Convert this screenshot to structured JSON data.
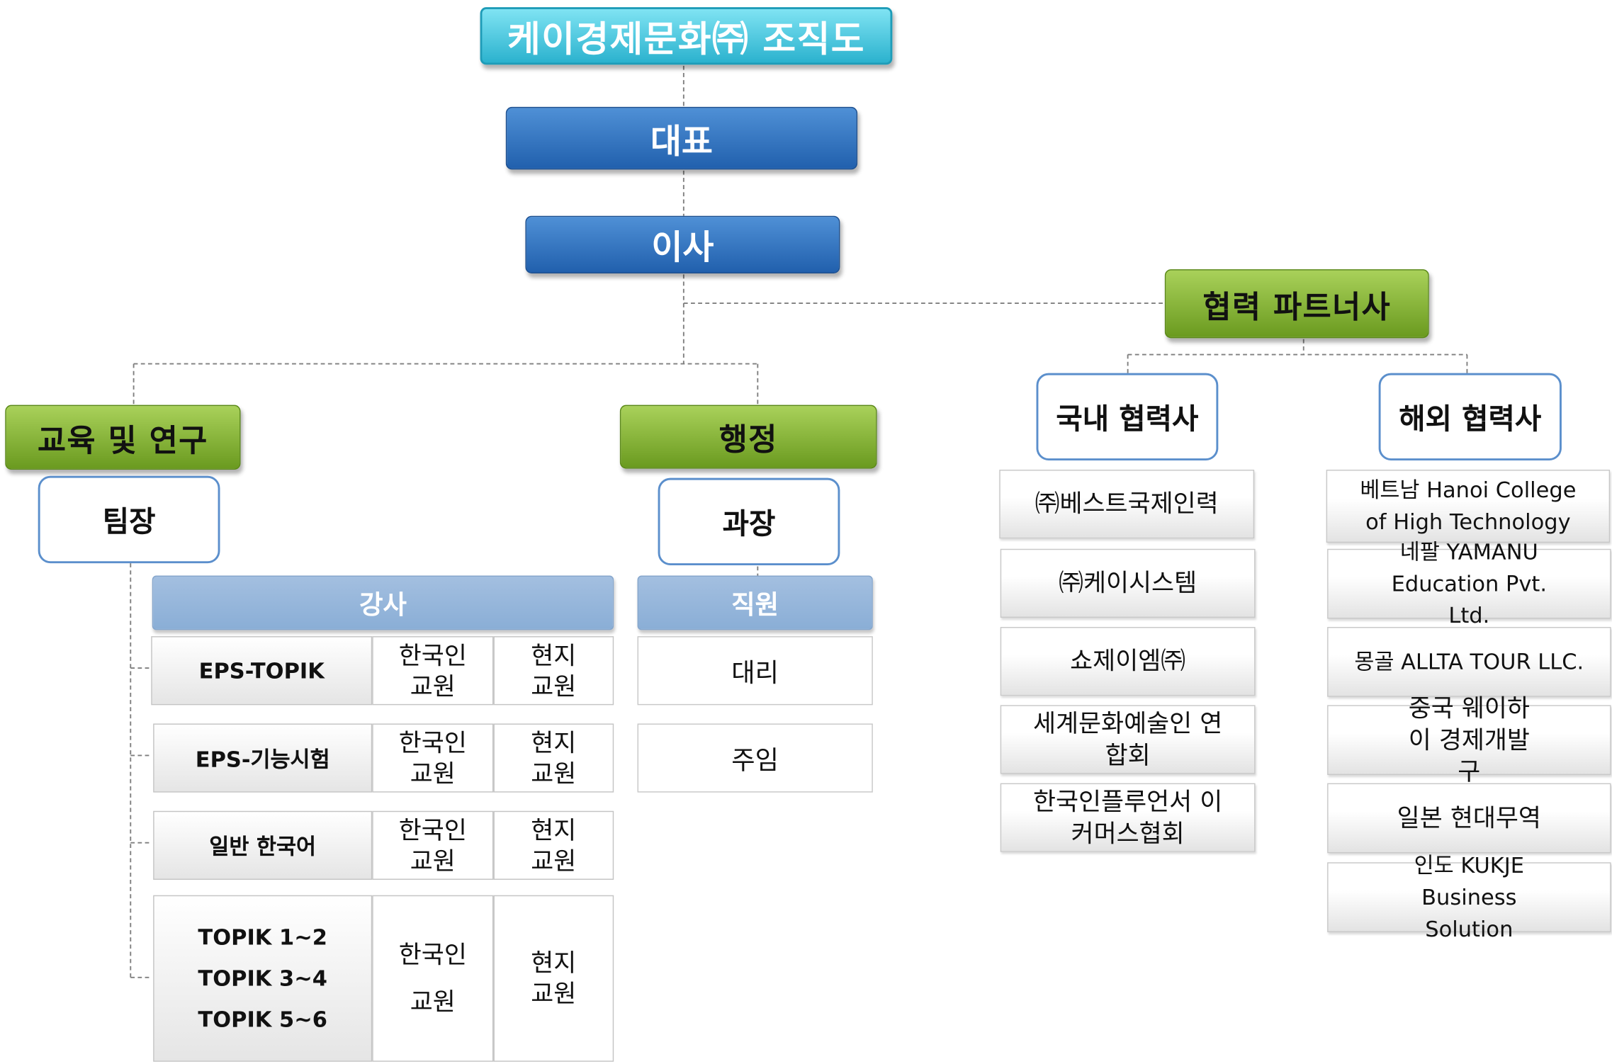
{
  "title": "케이경제문화㈜ 조직도",
  "ceo": "대표",
  "director": "이사",
  "partners": {
    "label": "협력 파트너사",
    "domestic": {
      "label": "국내 협력사",
      "items": [
        "㈜베스트국제인력",
        "㈜케이시스템",
        "쇼제이엠㈜",
        "세계문화예술인 연합회",
        "한국인플루언서 이커머스협회"
      ]
    },
    "overseas": {
      "label": "해외 협력사",
      "items": [
        "베트남 Hanoi College of High Technology",
        "네팔 YAMANU Education Pvt. Ltd.",
        "몽골 ALLTA TOUR LLC.",
        "중국 웨이하이 경제개발구",
        "일본 현대무역",
        "인도 KUKJE Business Solution"
      ]
    }
  },
  "education": {
    "label": "교육 및 연구",
    "lead": "팀장",
    "instructor": "강사",
    "korean_teacher": "한국인 교원",
    "local_teacher": "현지 교원",
    "rows": [
      "EPS-TOPIK",
      "EPS-기능시험",
      "일반 한국어"
    ],
    "topik_levels": [
      "TOPIK 1~2",
      "TOPIK 3~4",
      "TOPIK 5~6"
    ]
  },
  "admin": {
    "label": "행정",
    "lead": "과장",
    "staff": "직원",
    "roles": [
      "대리",
      "주임"
    ]
  }
}
